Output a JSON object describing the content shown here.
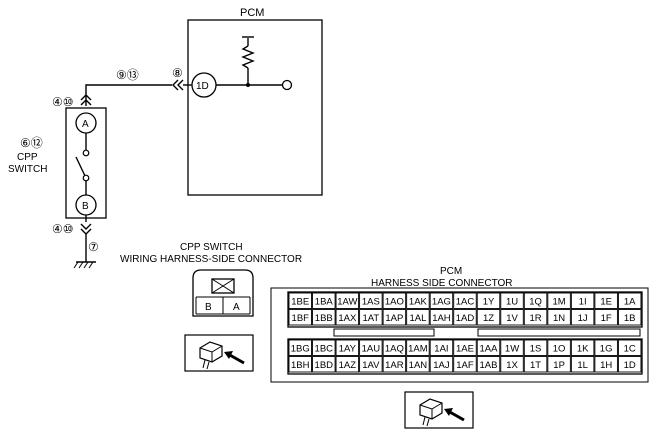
{
  "pcm_block": {
    "title": "PCM",
    "terminal": "1D"
  },
  "wire_marks": {
    "pcm_side": "⑧",
    "line": "⑨⑬",
    "switch_top": "④⑩",
    "switch_bottom": "④⑩",
    "ground": "⑦"
  },
  "cpp_switch": {
    "marks": "⑥⑫",
    "label_line1": "CPP",
    "label_line2": "SWITCH",
    "terminal_top": "A",
    "terminal_bottom": "B"
  },
  "cpp_connector": {
    "title_line1": "CPP SWITCH",
    "title_line2": "WIRING HARNESS-SIDE CONNECTOR",
    "pins": [
      "B",
      "A"
    ]
  },
  "pcm_connector": {
    "title_line1": "PCM",
    "title_line2": "HARNESS SIDE CONNECTOR",
    "upper_rows": [
      [
        "1BE",
        "1BA",
        "1AW",
        "1AS",
        "1AO",
        "1AK",
        "1AG",
        "1AC",
        "1Y",
        "1U",
        "1Q",
        "1M",
        "1I",
        "1E",
        "1A"
      ],
      [
        "1BF",
        "1BB",
        "1AX",
        "1AT",
        "1AP",
        "1AL",
        "1AH",
        "1AD",
        "1Z",
        "1V",
        "1R",
        "1N",
        "1J",
        "1F",
        "1B"
      ]
    ],
    "lower_rows": [
      [
        "1BG",
        "1BC",
        "1AY",
        "1AU",
        "1AQ",
        "1AM",
        "1AI",
        "1AE",
        "1AA",
        "1W",
        "1S",
        "1O",
        "1K",
        "1G",
        "1C"
      ],
      [
        "1BH",
        "1BD",
        "1AZ",
        "1AV",
        "1AR",
        "1AN",
        "1AJ",
        "1AF",
        "1AB",
        "1X",
        "1T",
        "1P",
        "1L",
        "1H",
        "1D"
      ]
    ]
  }
}
